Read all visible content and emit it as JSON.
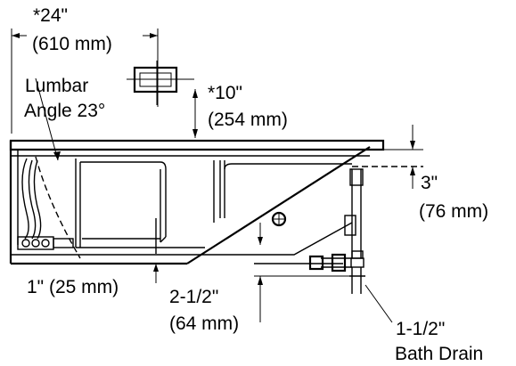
{
  "labels": {
    "width_in": "*24\"",
    "width_mm": "(610 mm)",
    "lumbar_line1": "Lumbar",
    "lumbar_line2": "Angle 23°",
    "height_in": "*10\"",
    "height_mm": "(254 mm)",
    "rim_in": "3\"",
    "rim_mm": "(76 mm)",
    "floor_gap": "1\" (25 mm)",
    "drain_offset_in": "2-1/2\"",
    "drain_offset_mm": "(64 mm)",
    "drain_size": "1-1/2\"",
    "drain_name": "Bath Drain"
  },
  "icons": [
    "outlet-box-icon",
    "drain-fitting-icon",
    "water-level-icon"
  ]
}
